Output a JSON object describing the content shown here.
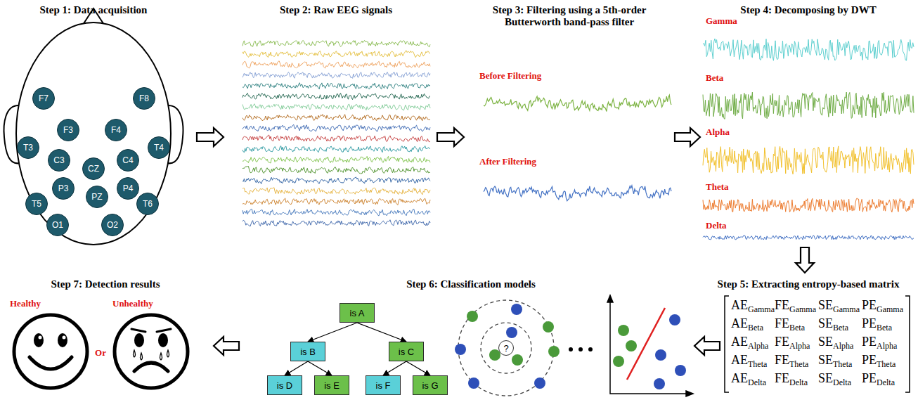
{
  "diagram": {
    "nodes": [
      {
        "text": [
          "F7"
        ]
      },
      {
        "text": [
          "F8"
        ]
      },
      {
        "text": [
          "F3"
        ]
      },
      {
        "text": [
          "F4"
        ]
      },
      {
        "text": [
          "T3"
        ]
      },
      {
        "text": [
          "T4"
        ]
      },
      {
        "text": [
          "C3"
        ]
      },
      {
        "text": [
          "CZ"
        ]
      },
      {
        "text": [
          "C4"
        ]
      },
      {
        "text": [
          "P3"
        ]
      },
      {
        "text": [
          "PZ"
        ]
      },
      {
        "text": [
          "P4"
        ]
      },
      {
        "text": [
          "T5"
        ]
      },
      {
        "text": [
          "T6"
        ]
      },
      {
        "text": [
          "O1"
        ]
      },
      {
        "text": [
          "O2"
        ]
      },
      {
        "text": [
          "is A"
        ]
      },
      {
        "text": [
          "is B"
        ]
      },
      {
        "text": [
          "is C"
        ]
      },
      {
        "text": [
          "is D"
        ]
      },
      {
        "text": [
          "is E"
        ]
      },
      {
        "text": [
          "is F"
        ]
      },
      {
        "text": [
          "is G"
        ]
      },
      {
        "text": [
          "?"
        ]
      }
    ],
    "edges": [
      {
        "from": 16,
        "to": 17,
        "arrow": "to"
      },
      {
        "from": 16,
        "to": 18,
        "arrow": "to"
      },
      {
        "from": 17,
        "to": 19,
        "arrow": "to"
      },
      {
        "from": 17,
        "to": 20,
        "arrow": "to"
      },
      {
        "from": 18,
        "to": 21,
        "arrow": "to"
      },
      {
        "from": 18,
        "to": 22,
        "arrow": "to"
      }
    ],
    "labels": [
      "Step 1: Data acquisition",
      "Step 2: Raw EEG signals",
      "Step 3: Filtering using a 5th-order Butterworth band-pass filter",
      "Step 4: Decomposing by DWT",
      "Step 5: Extracting entropy-based matrix",
      "Step 6: Classification models",
      "Step 7: Detection results",
      "Before Filtering",
      "After Filtering",
      "Gamma",
      "Beta",
      "Alpha",
      "Theta",
      "Delta",
      "AE",
      "Gamma",
      "FE",
      "Gamma",
      "SE",
      "Gamma",
      "PE",
      "Gamma",
      "AE",
      "Beta",
      "FE",
      "Beta",
      "SE",
      "Beta",
      "PE",
      "Beta",
      "AE",
      "Alpha",
      "FE",
      "Alpha",
      "SE",
      "Alpha",
      "PE",
      "Alpha",
      "AE",
      "Theta",
      "FE",
      "Theta",
      "SE",
      "Theta",
      "PE",
      "Theta",
      "AE",
      "Delta",
      "FE",
      "Delta",
      "SE",
      "Delta",
      "PE",
      "Delta",
      "Healthy",
      "Unhealthy",
      "Or"
    ]
  }
}
